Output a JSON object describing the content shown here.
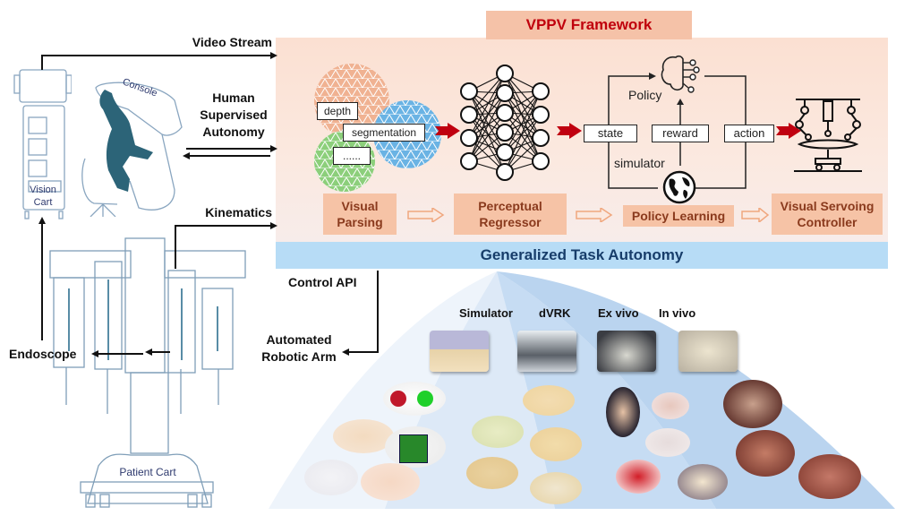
{
  "framework": {
    "title": "VPPV Framework",
    "stages": [
      "Visual Parsing",
      "Perceptual Regressor",
      "Policy Learning",
      "Visual Servoing Controller"
    ],
    "visual_parsing_tags": [
      "depth",
      "segmentation",
      "......"
    ],
    "policy_loop": {
      "policy_label": "Policy",
      "simulator_label": "simulator",
      "state": "state",
      "reward": "reward",
      "action": "action"
    }
  },
  "left_system": {
    "vision_cart_label": "Vision\nCart",
    "vision_cart_line1": "Vision",
    "vision_cart_line2": "Cart",
    "console_label": "Console",
    "patient_cart_label": "Patient Cart"
  },
  "connections": {
    "video_stream": "Video Stream",
    "human_supervised_1": "Human",
    "human_supervised_2": "Supervised",
    "human_supervised_3": "Autonomy",
    "kinematics": "Kinematics",
    "control_api": "Control API",
    "automated_1": "Automated",
    "automated_2": "Robotic Arm",
    "endoscope": "Endoscope"
  },
  "autonomy": {
    "banner": "Generalized Task Autonomy",
    "levels": [
      "Simulator",
      "dVRK",
      "Ex vivo",
      "In vivo"
    ]
  },
  "colors": {
    "title_red": "#c0000c",
    "stage_fill": "#f6c3a6",
    "stage_text": "#8a3a1d",
    "banner_blue": "#b7dcf6",
    "banner_text": "#173d6a",
    "arrow_red": "#c00010",
    "line_blue": "#2f6f8f"
  }
}
